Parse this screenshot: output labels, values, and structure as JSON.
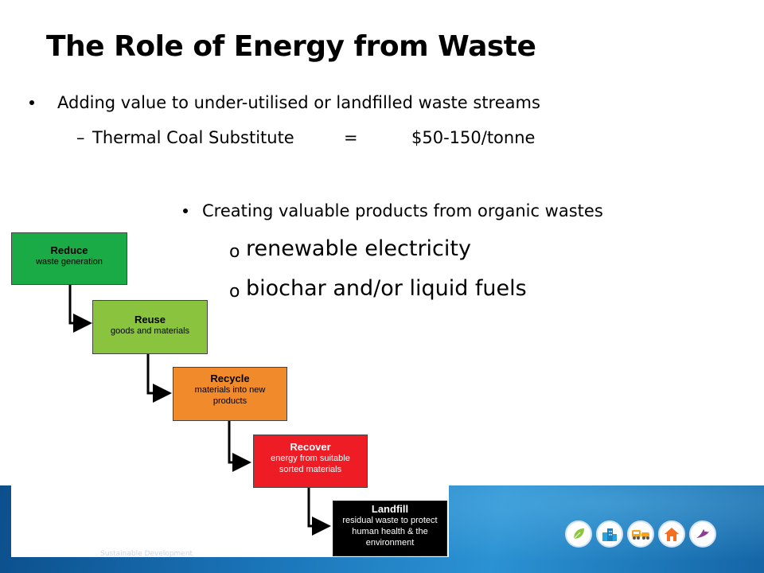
{
  "slide": {
    "title": "The Role of Energy from Waste",
    "bullet1": "Adding value to under-utilised or landfilled waste streams",
    "sub_item": {
      "dash": "–",
      "label": "Thermal Coal Substitute",
      "equals": "=",
      "value": "$50-150/tonne"
    },
    "bullet2": "Creating valuable products from organic wastes",
    "o_marker": "o",
    "products": [
      "renewable electricity",
      "biochar and/or liquid fuels"
    ]
  },
  "hierarchy": [
    {
      "title": "Reduce",
      "desc": "waste generation",
      "color": "#1aab46",
      "text_color": "#000000"
    },
    {
      "title": "Reuse",
      "desc": "goods and materials",
      "color": "#8ac43f",
      "text_color": "#000000"
    },
    {
      "title": "Recycle",
      "desc": "materials into new products",
      "color": "#f08a2b",
      "text_color": "#000000"
    },
    {
      "title": "Recover",
      "desc": "energy from suitable sorted materials",
      "color": "#ee1c24",
      "text_color": "#ffffff"
    },
    {
      "title": "Landfill",
      "desc": "residual waste to protect human health & the environment",
      "color": "#000000",
      "text_color": "#ffffff"
    }
  ],
  "footer": {
    "caption": "Sustainable Development",
    "icons": [
      "leaf-icon",
      "city-icon",
      "bus-car-icon",
      "house-icon",
      "bird-icon"
    ],
    "icon_colors": [
      "#8cc63f",
      "#29a3dc",
      "#f7a21b",
      "#f36f21",
      "#8b3f96"
    ]
  }
}
